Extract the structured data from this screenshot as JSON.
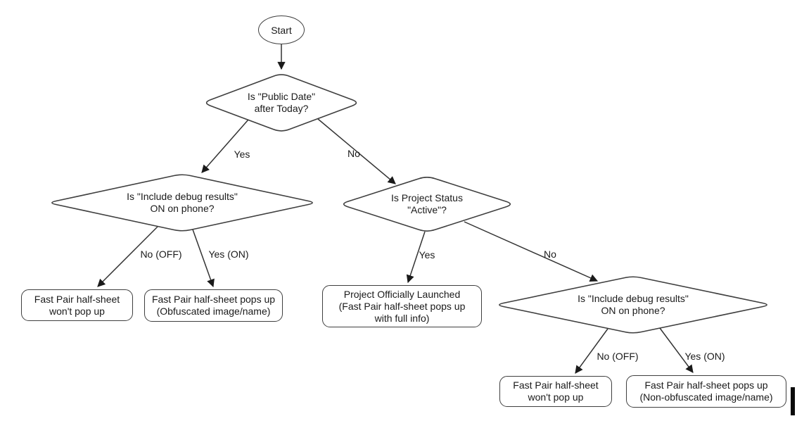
{
  "diagram": {
    "start": {
      "label": "Start"
    },
    "decisions": {
      "public_date": {
        "line1": "Is \"Public Date\"",
        "line2": "after Today?"
      },
      "debug_left": {
        "line1": "Is \"Include debug results\"",
        "line2": "ON on phone?"
      },
      "project_status": {
        "line1": "Is Project Status",
        "line2": "\"Active\"?"
      },
      "debug_right": {
        "line1": "Is \"Include debug results\"",
        "line2": "ON on phone?"
      }
    },
    "outcomes": {
      "no_popup_left": {
        "line1": "Fast Pair half-sheet",
        "line2": "won't pop up"
      },
      "obfuscated": {
        "line1": "Fast Pair half-sheet pops up",
        "line2": "(Obfuscated image/name)"
      },
      "launched": {
        "line1": "Project Officially Launched",
        "line2": "(Fast Pair half-sheet pops up",
        "line3": "with full info)"
      },
      "no_popup_right": {
        "line1": "Fast Pair half-sheet",
        "line2": "won't pop up"
      },
      "non_obfuscated": {
        "line1": "Fast Pair half-sheet pops up",
        "line2": "(Non-obfuscated image/name)"
      }
    },
    "edge_labels": {
      "d1_yes": "Yes",
      "d1_no": "No",
      "d2_no": "No (OFF)",
      "d2_yes": "Yes (ON)",
      "d3_yes": "Yes",
      "d3_no": "No",
      "d4_no": "No (OFF)",
      "d4_yes": "Yes (ON)"
    },
    "colors": {
      "shape_stroke": "#3f3f3f",
      "connector": "#333333",
      "arrowhead": "#1a1a1a",
      "text": "#1a1a1a",
      "background": "#ffffff"
    }
  }
}
